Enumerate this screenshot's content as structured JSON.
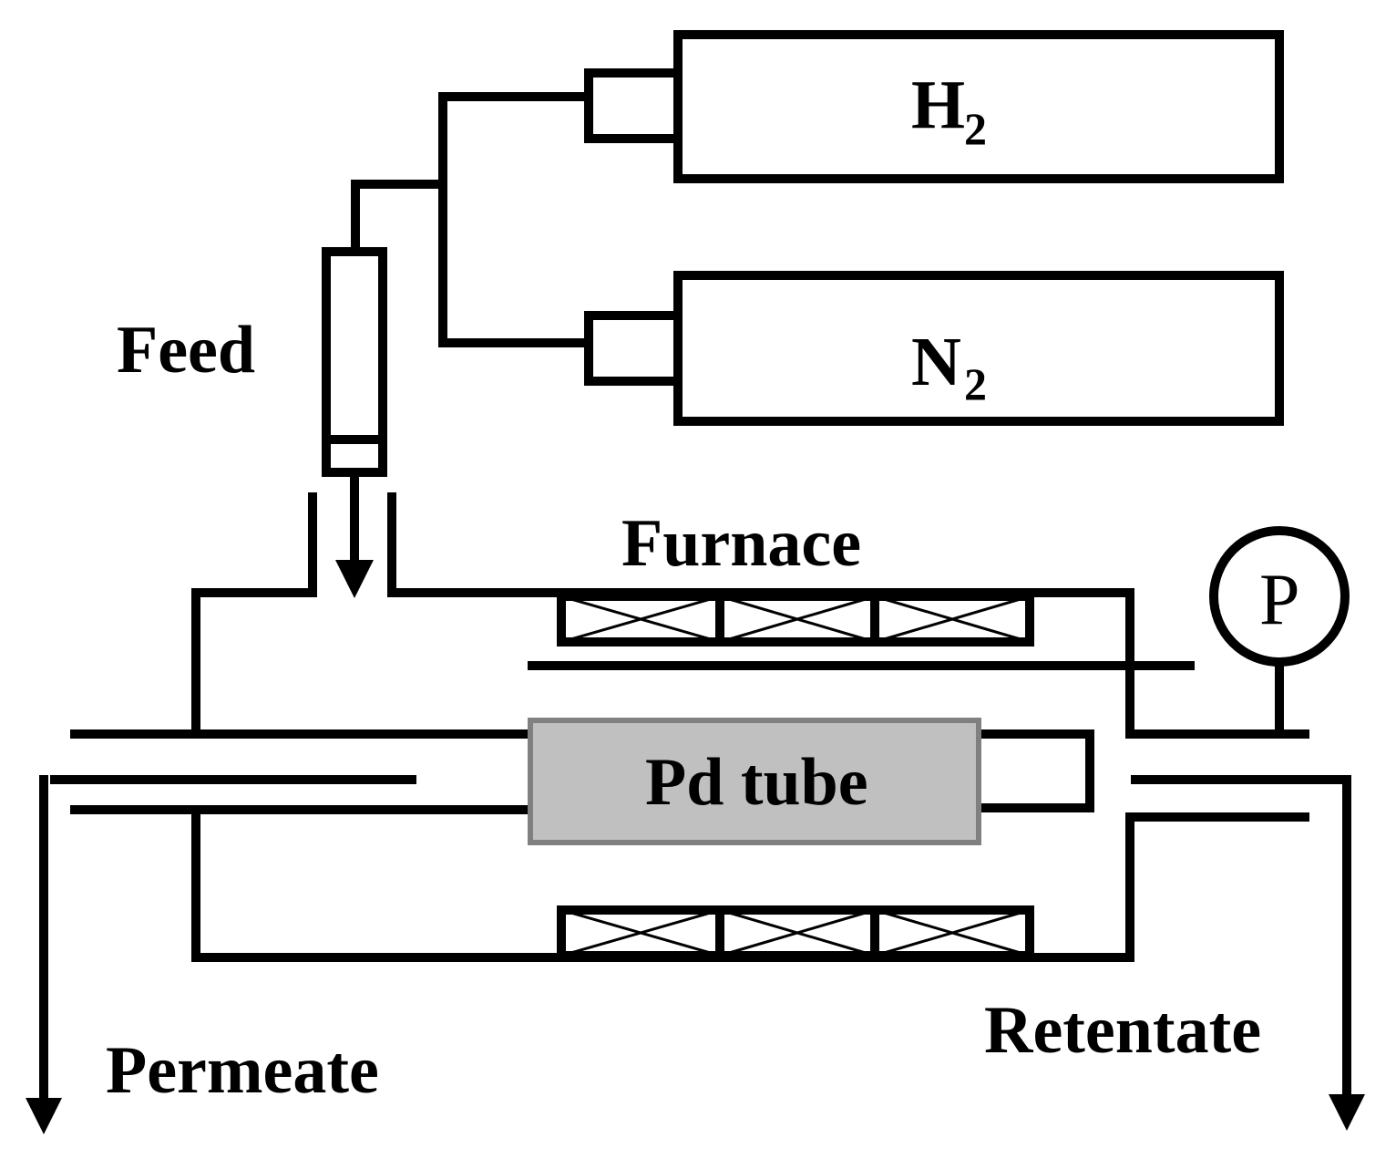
{
  "labels": {
    "h2_main": "H",
    "h2_sub": "2",
    "n2_main": "N",
    "n2_sub": "2",
    "feed": "Feed",
    "furnace": "Furnace",
    "pressure_gauge": "P",
    "pd_tube": "Pd tube",
    "permeate": "Permeate",
    "retentate": "Retentate"
  },
  "colors": {
    "line": "#000000",
    "pd_tube_fill": "#c0c0c0",
    "pd_tube_border": "#808080",
    "background": "#ffffff"
  }
}
